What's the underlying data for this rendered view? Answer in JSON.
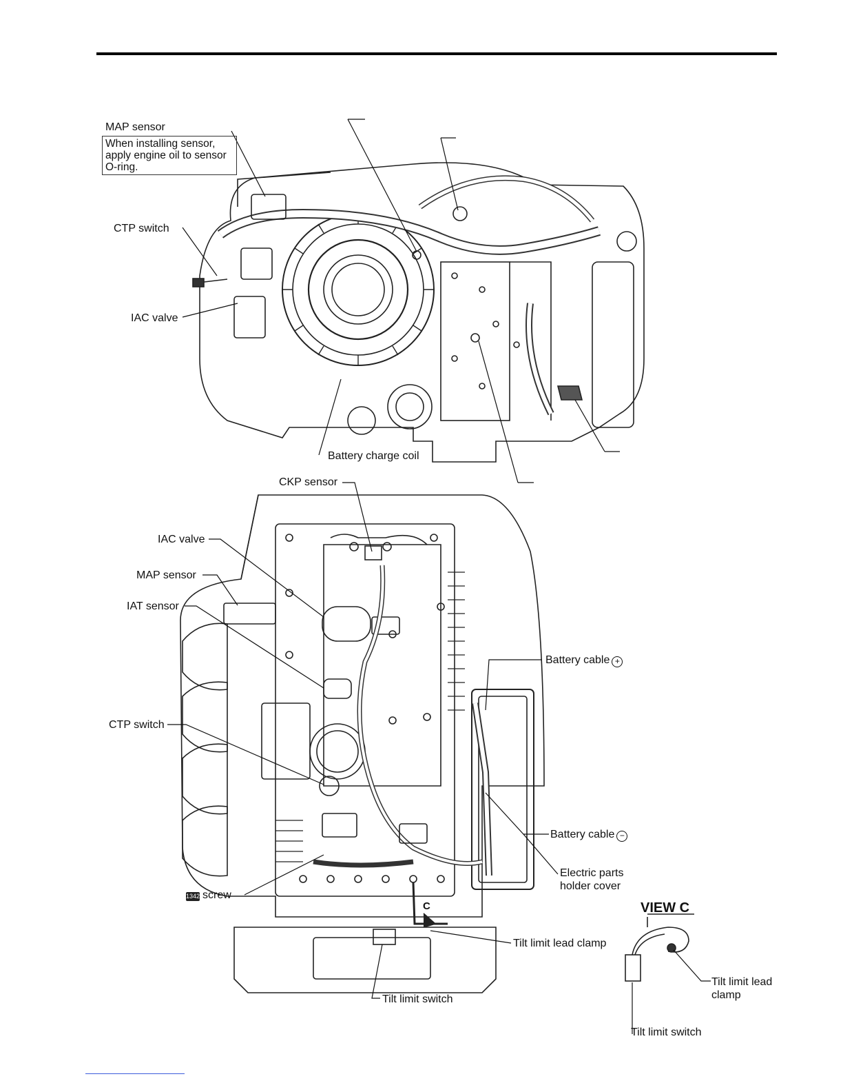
{
  "top_view": {
    "map_sensor": "MAP sensor",
    "map_note": "When installing sensor, apply engine oil to sensor O-ring.",
    "ctp_switch": "CTP switch",
    "iac_valve": "IAC valve",
    "battery_charge_coil": "Battery charge coil"
  },
  "bottom_view": {
    "ckp_sensor": "CKP sensor",
    "iac_valve": "IAC valve",
    "map_sensor": "MAP sensor",
    "iat_sensor": "IAT sensor",
    "ctp_switch": "CTP switch",
    "battery_cable_plus": "Battery cable",
    "battery_cable_plus_symbol": "+",
    "battery_cable_minus": "Battery cable",
    "battery_cable_minus_symbol": "−",
    "electric_parts_holder_cover": "Electric parts holder cover",
    "screw": "screw",
    "screw_icon_text": "1342",
    "tilt_limit_lead_clamp": "Tilt limit lead clamp",
    "tilt_limit_switch": "Tilt limit switch",
    "view_marker": "C"
  },
  "view_c": {
    "title": "VIEW C",
    "tilt_limit_lead_clamp": "Tilt limit lead clamp",
    "tilt_limit_switch": "Tilt limit switch"
  }
}
